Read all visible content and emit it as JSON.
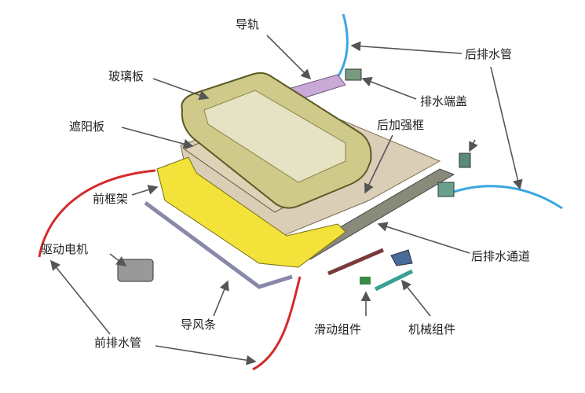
{
  "labels": {
    "guide_rail": "导轨",
    "rear_drain_pipe": "后排水管",
    "glass_panel": "玻璃板",
    "drain_end_cap": "排水端盖",
    "sunshade": "遮阳板",
    "rear_reinforcement_frame": "后加强框",
    "front_frame": "前框架",
    "drive_motor": "驱动电机",
    "rear_drain_channel": "后排水通道",
    "wind_deflector": "导风条",
    "sliding_assembly": "滑动组件",
    "mechanical_assembly": "机械组件",
    "front_drain_pipe": "前排水管"
  },
  "colors": {
    "front_drain_pipe": "#d42a2a",
    "rear_drain_pipe": "#3aa7e0",
    "glass": "#cfc98a",
    "front_frame": "#f2e23a",
    "rail": "#b08ac0",
    "arrow": "#555555"
  }
}
